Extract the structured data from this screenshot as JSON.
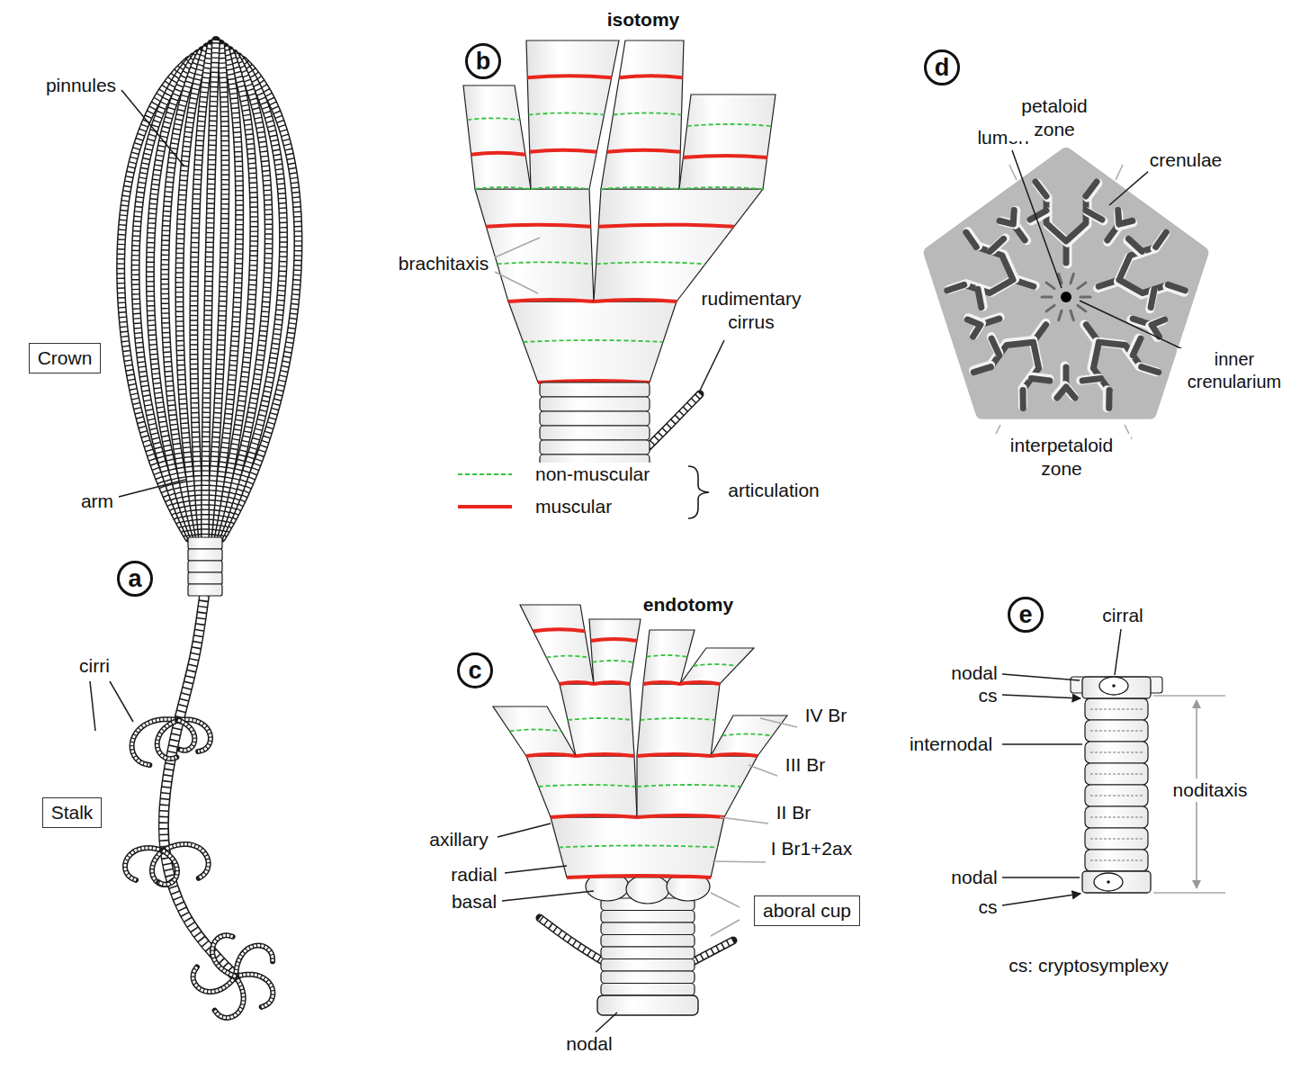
{
  "diagram": {
    "nodes": [
      {
        "text": [
          "a"
        ]
      },
      {
        "text": [
          "Crown"
        ]
      },
      {
        "text": [
          "Stalk"
        ]
      },
      {
        "text": [
          "b"
        ]
      },
      {
        "text": [
          "c"
        ]
      },
      {
        "text": [
          "aboral cup"
        ]
      },
      {
        "text": [
          "d"
        ]
      },
      {
        "text": [
          "e"
        ]
      }
    ],
    "labels": [
      "isotomy",
      "pinnules",
      "lumen",
      "petaloid zone",
      "crenulae",
      "brachitaxis",
      "rudimentary cirrus",
      "inner crenularium",
      "interpetaloid zone",
      "articulation",
      "arm",
      "endotomy",
      "cirral",
      "nodal",
      "cs",
      "internodal",
      "cirri",
      "IV Br",
      "III Br",
      "noditaxis",
      "II Br",
      "axillary",
      "I Br1+2ax",
      "radial",
      "nodal",
      "basal",
      "cs",
      "cs: cryptosymplexy",
      "nodal"
    ],
    "legend": [
      {
        "text": "non-muscular"
      },
      {
        "text": "muscular"
      }
    ]
  }
}
